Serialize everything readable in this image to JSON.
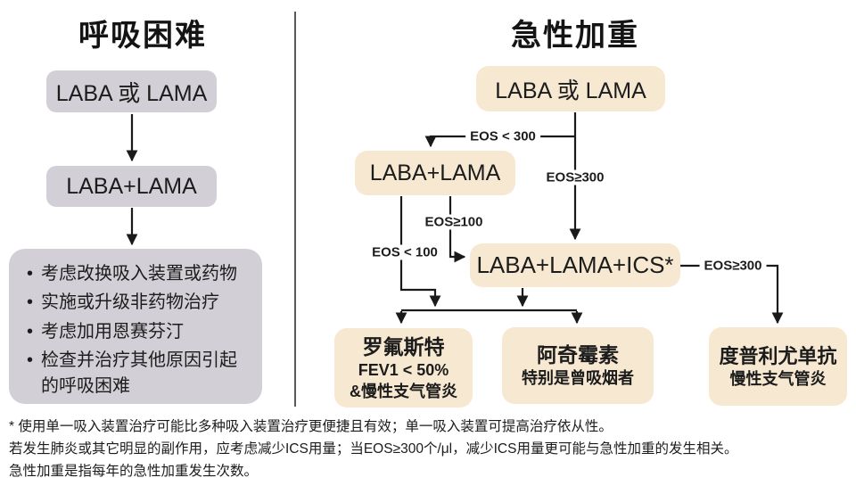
{
  "left": {
    "title": "呼吸困难",
    "box1": "LABA 或 LAMA",
    "box2": "LABA+LAMA",
    "bullets": [
      "考虑改换吸入装置或药物",
      "实施或升级非药物治疗",
      "考虑加用恩赛芬汀",
      "检查并治疗其他原因引起的呼吸困难"
    ]
  },
  "right": {
    "title": "急性加重",
    "top_box": "LABA 或 LAMA",
    "laba_lama_box": "LABA+LAMA",
    "ics_box": "LABA+LAMA+ICS*",
    "labels": {
      "eos_lt_300": "EOS < 300",
      "eos_ge_300": "EOS≥300",
      "eos_ge_100": "EOS≥100",
      "eos_lt_100": "EOS < 100",
      "eos_ge_300_right": "EOS≥300"
    },
    "roflumilast": {
      "title": "罗氟斯特",
      "line2": "FEV1 < 50%",
      "line3": "&慢性支气管炎"
    },
    "azithromycin": {
      "title": "阿奇霉素",
      "line2": "特别是曾吸烟者"
    },
    "dupilumab": {
      "title": "度普利尤单抗",
      "line2": "慢性支气管炎"
    }
  },
  "footnotes": [
    "* 使用单一吸入装置治疗可能比多种吸入装置治疗更便捷且有效；单一吸入装置可提高治疗依从性。",
    "若发生肺炎或其它明显的副作用，应考虑减少ICS用量；当EOS≥300个/μl，减少ICS用量更可能与急性加重的发生相关。",
    "急性加重是指每年的急性加重发生次数。"
  ],
  "colors": {
    "gray_box": "#d2d0d6",
    "tan_box": "#f7e8d2",
    "line": "#1a1a1a",
    "divider": "#58585a"
  }
}
